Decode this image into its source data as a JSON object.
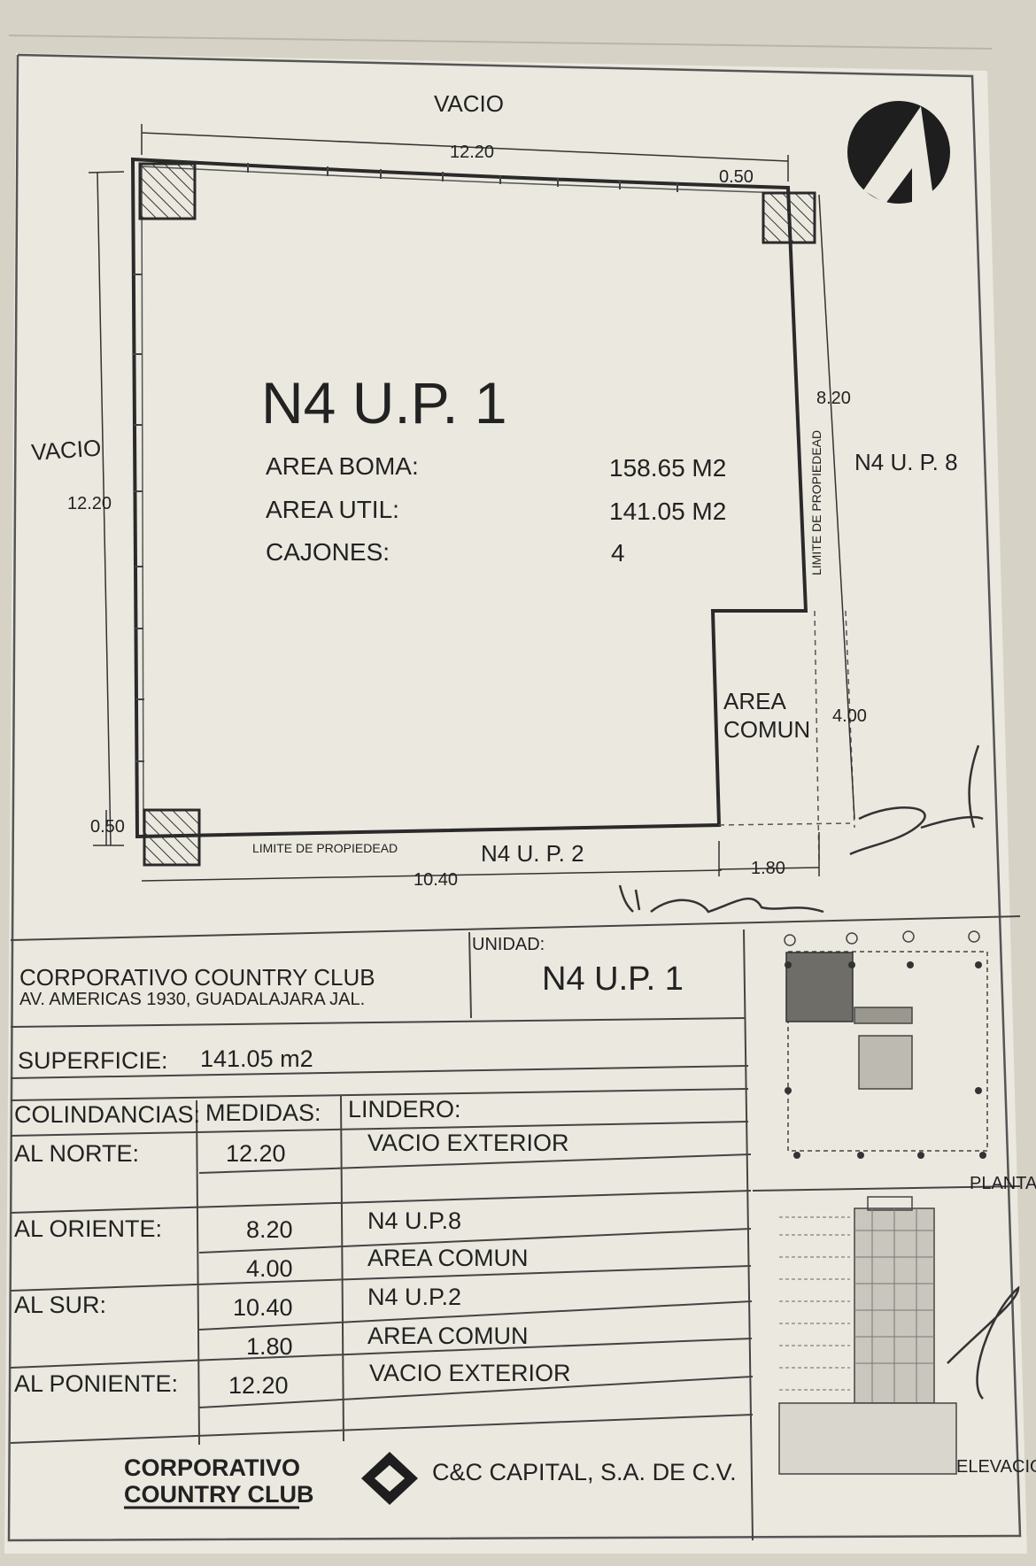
{
  "plan": {
    "title": "N4 U.P. 1",
    "area_boma_label": "AREA BOMA:",
    "area_boma_value": "158.65 M2",
    "area_util_label": "AREA UTIL:",
    "area_util_value": "141.05 M2",
    "cajones_label": "CAJONES:",
    "cajones_value": "4",
    "vacio_top": "VACIO",
    "vacio_left": "VACIO",
    "dim_top": "12.20",
    "dim_top_offset": "0.50",
    "dim_left": "12.20",
    "dim_right_upper": "8.20",
    "dim_right_lower": "4.00",
    "dim_bottom_offset": "0.50",
    "dim_bottom": "10.40",
    "dim_bottom_right": "1.80",
    "neighbor_right": "N4 U. P. 8",
    "neighbor_bottom": "N4 U. P. 2",
    "limite_bottom": "LIMITE DE PROPIEDEAD",
    "limite_right": "LIMITE DE PROPIEDEAD",
    "area_comun_line1": "AREA",
    "area_comun_line2": "COMUN"
  },
  "info": {
    "project_name": "CORPORATIVO COUNTRY CLUB",
    "address": "AV. AMERICAS 1930, GUADALAJARA JAL.",
    "unidad_label": "UNIDAD:",
    "unidad_value": "N4 U.P. 1",
    "superficie_label": "SUPERFICIE:",
    "superficie_value": "141.05 m2",
    "headers": {
      "colindancias": "COLINDANCIAS:",
      "medidas": "MEDIDAS:",
      "lindero": "LINDERO:"
    },
    "rows": [
      {
        "dir": "AL NORTE:",
        "medida": "12.20",
        "lindero": "VACIO EXTERIOR"
      },
      {
        "dir": "",
        "medida": "",
        "lindero": ""
      },
      {
        "dir": "AL ORIENTE:",
        "medida": "8.20",
        "lindero": "N4 U.P.8"
      },
      {
        "dir": "",
        "medida": "4.00",
        "lindero": "AREA COMUN"
      },
      {
        "dir": "AL SUR:",
        "medida": "10.40",
        "lindero": "N4 U.P.2"
      },
      {
        "dir": "",
        "medida": "1.80",
        "lindero": "AREA COMUN"
      },
      {
        "dir": "AL PONIENTE:",
        "medida": "12.20",
        "lindero": "VACIO EXTERIOR"
      },
      {
        "dir": "",
        "medida": "",
        "lindero": ""
      }
    ],
    "planta_label": "PLANTA",
    "elevacion_label": "ELEVACIO",
    "logo_line1": "CORPORATIVO",
    "logo_line2": "COUNTRY CLUB",
    "company": "C&C CAPITAL, S.A. DE C.V."
  }
}
